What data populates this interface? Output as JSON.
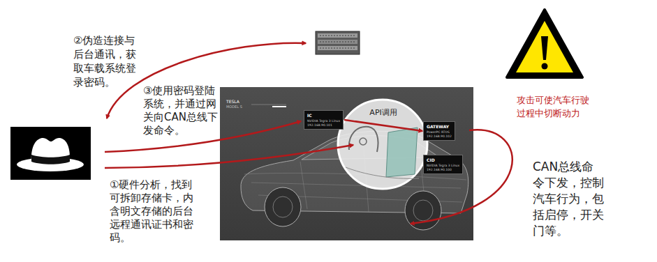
{
  "diagram": {
    "nodes": [
      {
        "text": [
          "IC",
          "NVIDIA Tegra 3 Linux",
          "192.168.90.101"
        ]
      },
      {
        "text": [
          "GATEWAY",
          "PowerPC RTOS",
          "192.168.90.102"
        ]
      },
      {
        "text": [
          "CID",
          "NVIDIA Tegra 3 Linux",
          "192.168.90.100"
        ]
      }
    ],
    "edges": [
      {
        "from": 0,
        "to": 1,
        "label": "API调用",
        "arrow": "to"
      }
    ],
    "labels": [
      "②伪造连接与后台通讯，获取车载系统登录密码。",
      "③使用密码登陆系统，并通过网关向CAN总线下发命令。",
      "①硬件分析，找到可拆卸存储卡，内含明文存储的后台远程通讯证书和密码。",
      "CAN总线命令下发，控制汽车行为，包括启停，开关门等。",
      "攻击可使汽车行驶过程中切断动力",
      "TESLA",
      "MODEL S"
    ]
  }
}
